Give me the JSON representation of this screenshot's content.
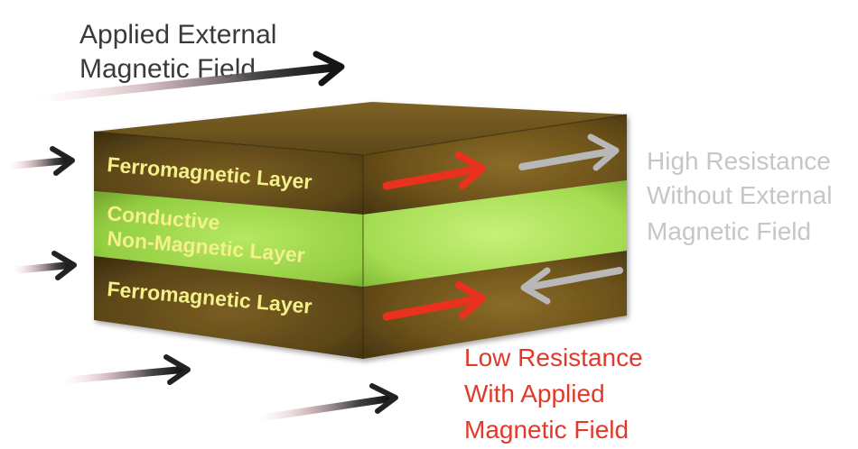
{
  "title": {
    "line1": "Applied External",
    "line2": "Magnetic Field"
  },
  "layers": {
    "top": "Ferromagnetic Layer",
    "middle_line1": "Conductive",
    "middle_line2": "Non-Magnetic Layer",
    "bottom": "Ferromagnetic Layer"
  },
  "high_state": {
    "line1": "High Resistance",
    "line2": "Without External",
    "line3": "Magnetic Field"
  },
  "low_state": {
    "line1": "Low Resistance",
    "line2": "With Applied",
    "line3": "Magnetic Field"
  },
  "colors": {
    "ferromagnetic": "#5a4518",
    "conductive": "#9ed84e",
    "high_resistance_text": "#c6c6c6",
    "low_resistance_text": "#e23a2a",
    "red_arrow": "#e8321e",
    "grey_arrow": "#b8b8b8",
    "field_arrow": "#222222",
    "layer_label": "#f4f08a"
  }
}
